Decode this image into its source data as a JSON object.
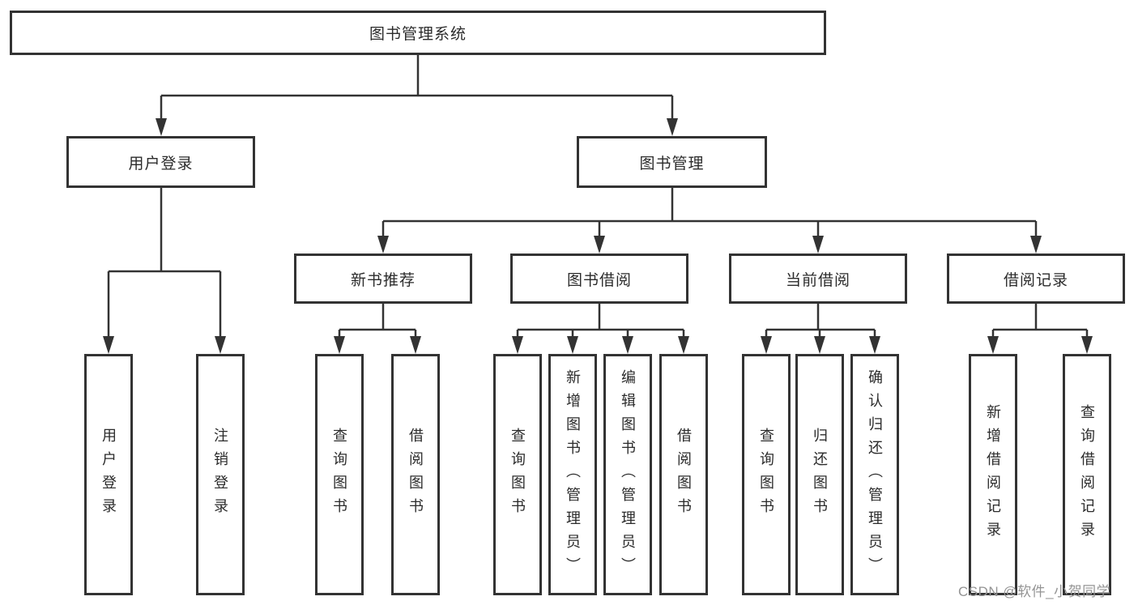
{
  "tree": {
    "label": "图书管理系统",
    "children": [
      {
        "label": "用户登录",
        "children": [
          {
            "label": "用户登录"
          },
          {
            "label": "注销登录"
          }
        ]
      },
      {
        "label": "图书管理",
        "children": [
          {
            "label": "新书推荐",
            "children": [
              {
                "label": "查询图书"
              },
              {
                "label": "借阅图书"
              }
            ]
          },
          {
            "label": "图书借阅",
            "children": [
              {
                "label": "查询图书"
              },
              {
                "label": "新增图书（管理员）"
              },
              {
                "label": "编辑图书（管理员）"
              },
              {
                "label": "借阅图书"
              }
            ]
          },
          {
            "label": "当前借阅",
            "children": [
              {
                "label": "查询图书"
              },
              {
                "label": "归还图书"
              },
              {
                "label": "确认归还（管理员）"
              }
            ]
          },
          {
            "label": "借阅记录",
            "children": [
              {
                "label": "新增借阅记录"
              },
              {
                "label": "查询借阅记录"
              }
            ]
          }
        ]
      }
    ]
  },
  "watermark": {
    "text": "CSDN @软件_小贺同学"
  },
  "colors": {
    "line": "#333333",
    "box_border": "#333333",
    "text": "#2b2b2b",
    "watermark": "#949494",
    "background": "#ffffff"
  }
}
